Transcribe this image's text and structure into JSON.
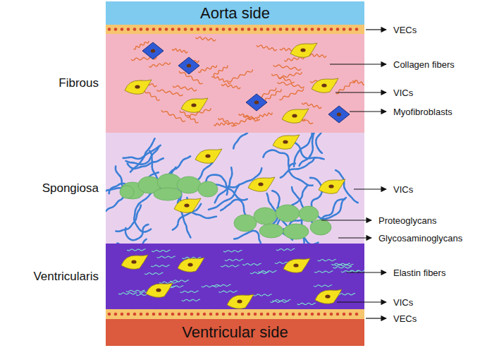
{
  "diagram": {
    "nodes": [
      {
        "text": [
          "Aorta side"
        ]
      },
      {
        "text": [
          "Fibrous"
        ]
      },
      {
        "text": [
          "Spongiosa"
        ]
      },
      {
        "text": [
          "Ventricularis"
        ]
      },
      {
        "text": [
          "Ventricular side"
        ]
      }
    ],
    "labels": [
      "VECs",
      "Collagen fibers",
      "VICs",
      "Myofibroblasts",
      "VICs",
      "Proteoglycans",
      "Glycosaminoglycans",
      "Elastin fibers",
      "VICs",
      "VECs"
    ]
  }
}
